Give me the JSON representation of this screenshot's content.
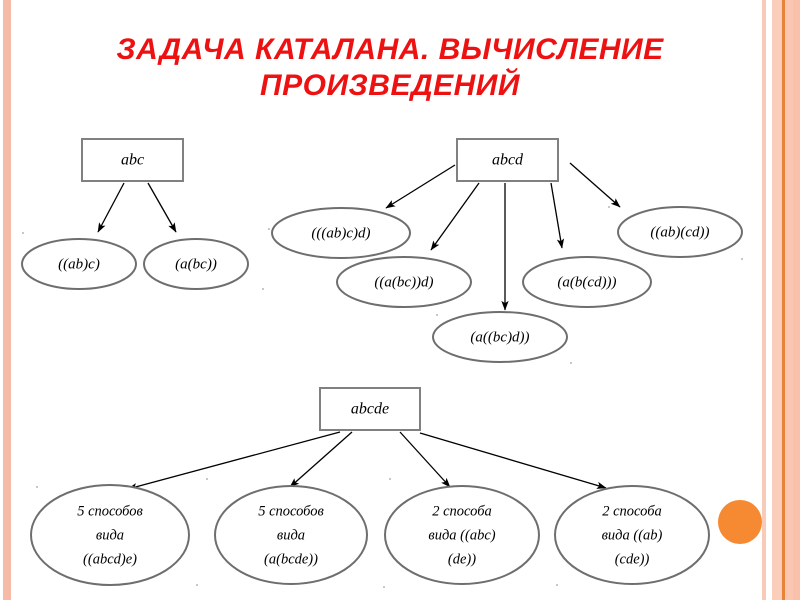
{
  "slide": {
    "title": "ЗАДАЧА КАТАЛАНА. ВЫЧИСЛЕНИЕ ПРОИЗВЕДЕНИЙ",
    "title_color": "#EE1111",
    "background_color": "#FFFFFF",
    "accent_color": "#F68A33",
    "stripe_color": "#F6BBA6"
  },
  "groups": {
    "abc": {
      "root_label": "abc",
      "children": [
        {
          "label": "((ab)c)"
        },
        {
          "label": "(a(bc))"
        }
      ]
    },
    "abcd": {
      "root_label": "abcd",
      "children": [
        {
          "label": "(((ab)c)d)"
        },
        {
          "label": "((a(bc))d)"
        },
        {
          "label": "(a((bc)d))"
        },
        {
          "label": "(a(b(cd)))"
        },
        {
          "label": "((ab)(cd))"
        }
      ]
    },
    "abcde": {
      "root_label": "abcde",
      "children": [
        {
          "lines": [
            "5 способов",
            "вида",
            "((abcd)e)"
          ]
        },
        {
          "lines": [
            "5 способов",
            "вида",
            "(a(bcde))"
          ]
        },
        {
          "lines": [
            "2 способа",
            "вида ((abc)",
            "(de))"
          ]
        },
        {
          "lines": [
            "2 способа",
            "вида ((ab)",
            "(cde))"
          ]
        }
      ]
    }
  },
  "labels": {
    "abc_root": "abc",
    "abc_c0": "((ab)c)",
    "abc_c1": "(a(bc))",
    "abcd_root": "abcd",
    "abcd_c0": "(((ab)c)d)",
    "abcd_c1": "((a(bc))d)",
    "abcd_c2": "(a((bc)d))",
    "abcd_c3": "(a(b(cd)))",
    "abcd_c4": "((ab)(cd))",
    "abcde_root": "abcde",
    "abcde_c0_l0": "5 способов",
    "abcde_c0_l1": "вида",
    "abcde_c0_l2": "((abcd)e)",
    "abcde_c1_l0": "5 способов",
    "abcde_c1_l1": "вида",
    "abcde_c1_l2": "(a(bcde))",
    "abcde_c2_l0": "2 способа",
    "abcde_c2_l1": "вида ((abc)",
    "abcde_c2_l2": "(de))",
    "abcde_c3_l0": "2 способа",
    "abcde_c3_l1": "вида ((ab)",
    "abcde_c3_l2": "(cde))"
  }
}
